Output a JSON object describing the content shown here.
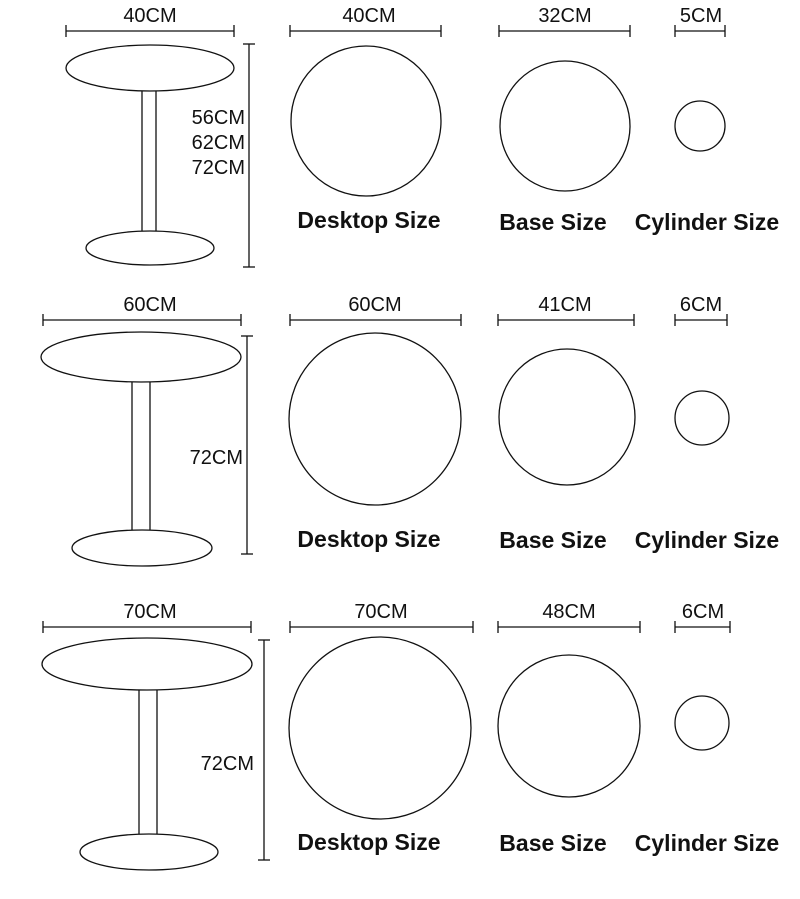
{
  "rows": [
    {
      "table_width": "40CM",
      "heights": [
        "56CM",
        "62CM",
        "72CM"
      ],
      "desktop": "40CM",
      "base": "32CM",
      "cylinder": "5CM",
      "desktop_caption": "Desktop Size",
      "base_caption": "Base Size",
      "cylinder_caption": "Cylinder Size"
    },
    {
      "table_width": "60CM",
      "heights": [
        "72CM"
      ],
      "desktop": "60CM",
      "base": "41CM",
      "cylinder": "6CM",
      "desktop_caption": "Desktop Size",
      "base_caption": "Base Size",
      "cylinder_caption": "Cylinder Size"
    },
    {
      "table_width": "70CM",
      "heights": [
        "72CM"
      ],
      "desktop": "70CM",
      "base": "48CM",
      "cylinder": "6CM",
      "desktop_caption": "Desktop Size",
      "base_caption": "Base Size",
      "cylinder_caption": "Cylinder Size"
    }
  ]
}
